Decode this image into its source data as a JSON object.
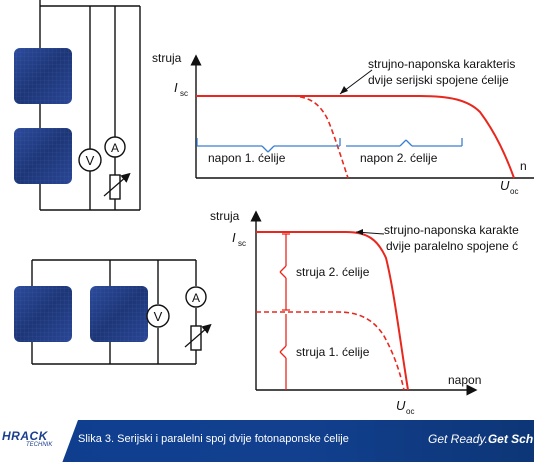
{
  "top_graph": {
    "y_axis_label": "struja",
    "isc_main": "I",
    "isc_sub": "sc",
    "x_axis_label_partial": "n",
    "uoc_main": "U",
    "uoc_sub": "oc",
    "annotation_line1": "strujno-naponska karakteris",
    "annotation_line2": "dvije serijski spojene ćelije",
    "brace_label_1": "napon 1. ćelije",
    "brace_label_2": "napon 2. ćelije"
  },
  "bottom_graph": {
    "y_axis_label": "struja",
    "isc_main": "I",
    "isc_sub": "sc",
    "x_axis_label": "napon",
    "uoc_main": "U",
    "uoc_sub": "oc",
    "annotation_line1": "strujno-naponska karakte",
    "annotation_line2": "dvije paralelno spojene ć",
    "brace_label_1": "struja 2. ćelije",
    "brace_label_2": "struja 1. ćelije"
  },
  "meters": {
    "voltmeter": "V",
    "ammeter": "A"
  },
  "caption_bar": {
    "brand": "HRACK",
    "brand_sub": "TECHNIK",
    "caption": "Slika 3. Serijski i paralelni spoj dvije fotonaponske ćelije",
    "slogan_regular": "Get Ready.",
    "slogan_bold": "Get Sch"
  },
  "colors": {
    "curve": "#e8281e",
    "brace_blue": "#3c7fd0",
    "brace_red": "#e8281e",
    "caption_bar": "#12408f"
  }
}
